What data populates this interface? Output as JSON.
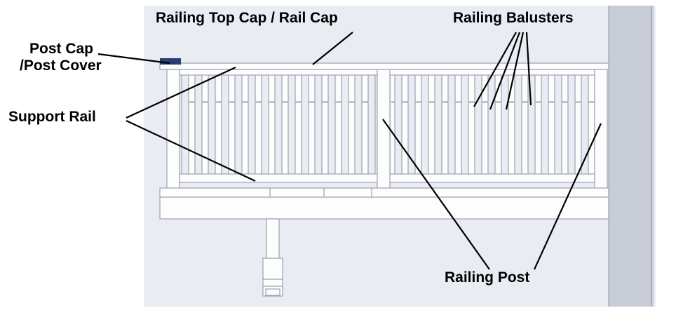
{
  "labels": {
    "rail_cap": "Railing Top Cap / Rail Cap",
    "balusters": "Railing Balusters",
    "post_cap_line1": "Post Cap",
    "post_cap_line2": "/Post Cover",
    "support_rail": "Support Rail",
    "railing_post": "Railing Post"
  },
  "colors": {
    "panel_bg": "#e9ecf3",
    "wall_band": "#c7ccd5",
    "wall_edge": "#9aa2ad",
    "drawing_stroke": "#9aa2ad",
    "drawing_fill": "#fdfdfe",
    "post_cap": "#23406e",
    "annotation": "#000000",
    "text": "#000000"
  }
}
